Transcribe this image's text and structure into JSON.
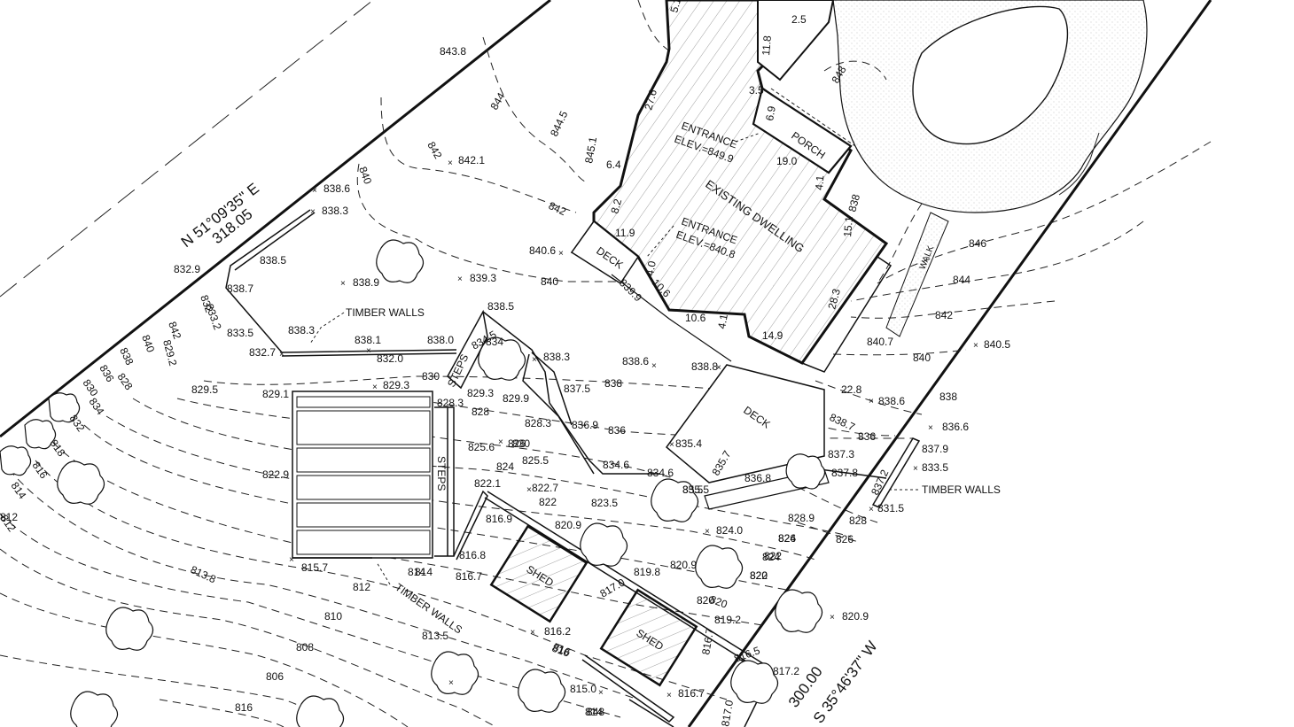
{
  "bearings": {
    "north_line": "N 51°09'35\" E",
    "north_length": "318.05",
    "east_line": "S 35°46'37\" W",
    "east_length": "300.00"
  },
  "structures": {
    "existing_dwelling": "EXISTING DWELLING",
    "porch": "PORCH",
    "deck_upper": "DECK",
    "deck_lower": "DECK",
    "shed_1": "SHED",
    "shed_2": "SHED",
    "steps_1": "STEPS",
    "steps_2": "STEPS",
    "walk": "WALK",
    "entrance_1_title": "ENTRANCE",
    "entrance_1_elev": "ELEV.=849.9",
    "entrance_2_title": "ENTRANCE",
    "entrance_2_elev": "ELEV.=840.8",
    "timber_walls_1": "TIMBER WALLS",
    "timber_walls_2": "TIMBER WALLS",
    "timber_walls_3": "TIMBER WALLS"
  },
  "dimensions": [
    "5.1",
    "2.5",
    "11.8",
    "3.5",
    "27.6",
    "6.9",
    "19.0",
    "6.4",
    "4.1",
    "8.2",
    "11.9",
    "15.1",
    "4.0",
    "10.6",
    "28.3",
    "10.6",
    "4.1",
    "14.9",
    "22.8",
    "35.5"
  ],
  "contours": [
    "843.8",
    "844",
    "844.5",
    "842",
    "842",
    "840",
    "840",
    "842",
    "840",
    "838",
    "836",
    "834",
    "832",
    "830",
    "828",
    "826",
    "824",
    "822",
    "820",
    "818",
    "816",
    "814",
    "812",
    "846",
    "844",
    "842",
    "840",
    "838",
    "836",
    "834",
    "832",
    "830",
    "828",
    "826",
    "824",
    "822",
    "820",
    "816",
    "814",
    "812",
    "810",
    "808",
    "806",
    "816",
    "814",
    "848",
    "848",
    "838",
    "838",
    "836",
    "830",
    "828",
    "826",
    "824",
    "822",
    "820",
    "816",
    "814",
    "812"
  ],
  "spot_elevations": [
    "842.1",
    "845.1",
    "838.6",
    "838.3",
    "838.5",
    "838.7",
    "838.9",
    "839.3",
    "840.6",
    "839.9",
    "838.5",
    "838.3",
    "833.5",
    "832.7",
    "838.1",
    "832.0",
    "838.0",
    "834.5",
    "838.3",
    "837.5",
    "838.6",
    "838.8",
    "829.3",
    "829.9",
    "836.9",
    "828.3",
    "829.5",
    "829.1",
    "829.3",
    "828.3",
    "825.6",
    "825.5",
    "834.6",
    "834.6",
    "835.4",
    "835.7",
    "835.5",
    "836.8",
    "837.3",
    "837.8",
    "838.7",
    "838.6",
    "836.6",
    "837.9",
    "833.5",
    "837.2",
    "831.5",
    "822.9",
    "822.1",
    "822.7",
    "823.5",
    "816.9",
    "820.9",
    "824.0",
    "828.9",
    "816.8",
    "816.7",
    "815.7",
    "813.8",
    "820.9",
    "819.8",
    "817.0",
    "819.2",
    "816.7",
    "816.2",
    "813.5",
    "815.0",
    "816.7",
    "816.5",
    "817.2",
    "817.0",
    "820.9",
    "840.7",
    "840.5",
    "832.9",
    "833.2",
    "829.2"
  ]
}
